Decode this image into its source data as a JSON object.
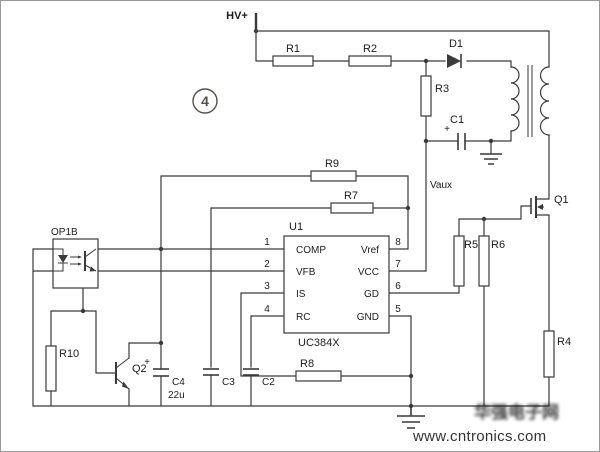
{
  "labels": {
    "hv_plus": "HV+",
    "circuit_number": "4",
    "vaux": "Vaux",
    "plus": "+",
    "r1": "R1",
    "r2": "R2",
    "r3": "R3",
    "r4": "R4",
    "r5": "R5",
    "r6": "R6",
    "r7": "R7",
    "r8": "R8",
    "r9": "R9",
    "r10": "R10",
    "c1": "C1",
    "c2": "C2",
    "c3": "C3",
    "c4": "C4",
    "c4_value": "22u",
    "d1": "D1",
    "q1": "Q1",
    "q2": "Q2",
    "op1b": "OP1B"
  },
  "ic": {
    "designator": "U1",
    "part_number": "UC384X",
    "pins_left": [
      {
        "num": "1",
        "name": "COMP"
      },
      {
        "num": "2",
        "name": "VFB"
      },
      {
        "num": "3",
        "name": "IS"
      },
      {
        "num": "4",
        "name": "RC"
      }
    ],
    "pins_right": [
      {
        "num": "8",
        "name": "Vref"
      },
      {
        "num": "7",
        "name": "VCC"
      },
      {
        "num": "6",
        "name": "GD"
      },
      {
        "num": "5",
        "name": "GND"
      }
    ]
  },
  "watermark": {
    "site": "www.cntronics.com",
    "brand": "华强电子网",
    "site_color": "#93c94d",
    "brand_color": "#f0a438"
  }
}
